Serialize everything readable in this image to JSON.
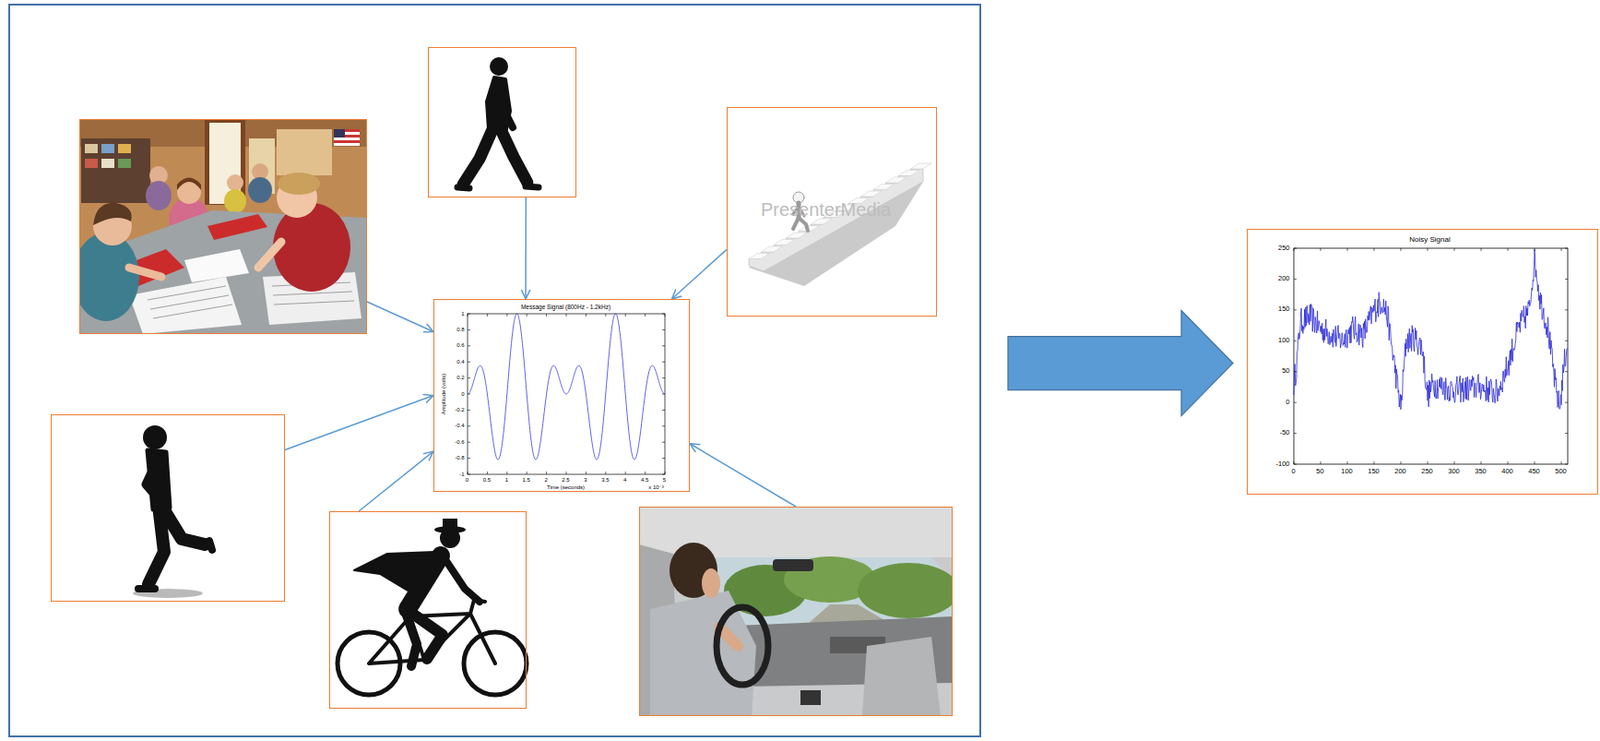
{
  "diagram": {
    "nodes": [
      {
        "text": []
      },
      {
        "text": [],
        "in": 0
      },
      {
        "text": [],
        "in": 0
      },
      {
        "text": [
          "PresenterMedia"
        ],
        "in": 0
      },
      {
        "text": [
          "Message Signal (800Hz - 1.2kHz)",
          "Amplitude (volts)",
          "Time (seconds)",
          "0",
          "0.5",
          "1",
          "1.5",
          "2",
          "2.5",
          "3",
          "3.5",
          "4",
          "4.5",
          "5",
          "x 10⁻³",
          "1",
          "0.8",
          "0.6",
          "0.4",
          "0.2",
          "0",
          "-0.2",
          "-0.4",
          "-0.6",
          "-0.8",
          "-1"
        ],
        "in": 0
      },
      {
        "text": [],
        "in": 0
      },
      {
        "text": [],
        "in": 0
      },
      {
        "text": [],
        "in": 0
      },
      {
        "text": [
          "Noisy Signal",
          "0",
          "50",
          "100",
          "150",
          "200",
          "250",
          "300",
          "350",
          "400",
          "450",
          "500",
          "250",
          "200",
          "150",
          "100",
          "50",
          "0",
          "-50",
          "-100"
        ]
      }
    ],
    "edges": [
      {
        "from": 1,
        "to": 4,
        "arrow": "to"
      },
      {
        "from": 2,
        "to": 4,
        "arrow": "to"
      },
      {
        "from": 3,
        "to": 4,
        "arrow": "to"
      },
      {
        "from": 5,
        "to": 4,
        "arrow": "to"
      },
      {
        "from": 6,
        "to": 4,
        "arrow": "to"
      },
      {
        "from": 7,
        "to": 4,
        "arrow": "to"
      },
      {
        "from": 0,
        "to": 8,
        "arrow": "to"
      }
    ]
  }
}
